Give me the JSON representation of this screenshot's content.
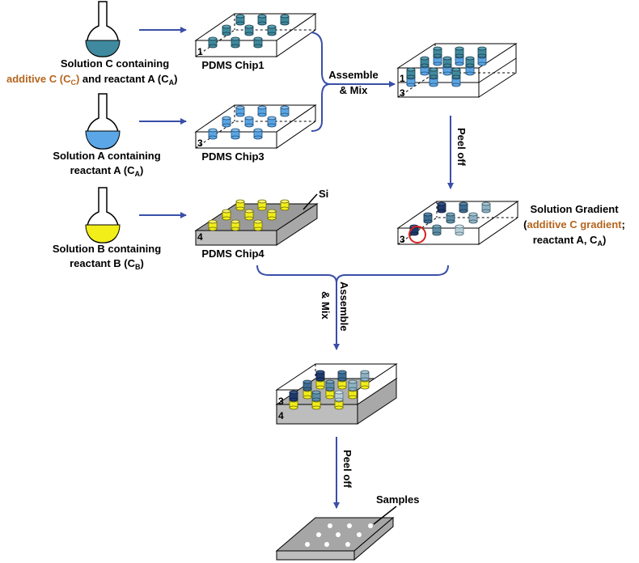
{
  "colors": {
    "arrow": "#3a4fa8",
    "solution_c": "#3f8a9e",
    "solution_a": "#5aa6e6",
    "solution_b": "#f2ee1a",
    "highlight_text": "#b5651d",
    "circle": "#d42020",
    "gradient": [
      "#1f3b6e",
      "#3d6d92",
      "#5c8fa8",
      "#8fb3c4",
      "#b9d0db"
    ]
  },
  "flasks": {
    "c": {
      "line1": "Solution C containing",
      "line2_hl": "additive C (C",
      "line2_hl_sub": "C",
      "line2_hl_close": ")",
      "line2_rest": " and reactant A (C",
      "line2_sub": "A",
      "line2_close": ")"
    },
    "a": {
      "line1": "Solution A containing",
      "line2": "reactant A (C",
      "line2_sub": "A",
      "line2_close": ")"
    },
    "b": {
      "line1": "Solution B containing",
      "line2": "reactant B (C",
      "line2_sub": "B",
      "line2_close": ")"
    }
  },
  "chips": {
    "chip1": {
      "label": "PDMS Chip1",
      "num": "1"
    },
    "chip3": {
      "label": "PDMS Chip3",
      "num": "3"
    },
    "chip4": {
      "label": "PDMS Chip4",
      "num": "4",
      "si": "Si"
    },
    "assembled_13": {
      "num_top": "1",
      "num_bottom": "3"
    },
    "gradient_chip": {
      "num": "3"
    },
    "assembled_34": {
      "num_top": "3",
      "num_bottom": "4"
    }
  },
  "steps": {
    "assemble_mix_1": {
      "line1": "Assemble",
      "line2": "& Mix"
    },
    "peel_off_1": "Peel off",
    "assemble_mix_2": {
      "line1": "Assemble",
      "line2": "& Mix"
    },
    "peel_off_2": "Peel off"
  },
  "gradient_label": {
    "line1": "Solution Gradient",
    "line2_open": "(",
    "line2_hl": "additive C gradient",
    "line2_close": ";",
    "line3": "reactant A, C",
    "line3_sub": "A",
    "line3_close": ")"
  },
  "samples_label": "Samples"
}
